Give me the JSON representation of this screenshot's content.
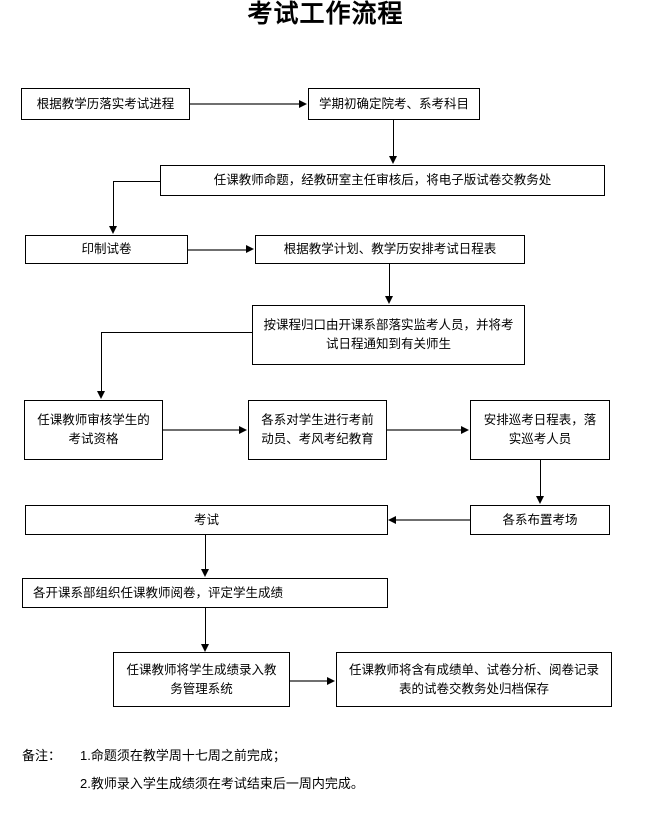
{
  "title": "考试工作流程",
  "nodes": {
    "n1": "根据教学历落实考试进程",
    "n2": "学期初确定院考、系考科目",
    "n3": "任课教师命题，经教研室主任审核后，将电子版试卷交教务处",
    "n4": "印制试卷",
    "n5": "根据教学计划、教学历安排考试日程表",
    "n6": "按课程归口由开课系部落实监考人员，并将考\n试日程通知到有关师生",
    "n7": "任课教师审核学生的\n考试资格",
    "n8": "各系对学生进行考前\n动员、考风考纪教育",
    "n9": "安排巡考日程表，落\n实巡考人员",
    "n10": "各系布置考场",
    "n11": "考试",
    "n12": "各开课系部组织任课教师阅卷，评定学生成绩",
    "n13": "任课教师将学生成绩录入教\n务管理系统",
    "n14": "任课教师将含有成绩单、试卷分析、阅卷记录\n表的试卷交教务处归档保存"
  },
  "notes": {
    "label": "备注：",
    "items": [
      "1.命题须在教学周十七周之前完成；",
      "2.教师录入学生成绩须在考试结束后一周内完成。"
    ]
  },
  "colors": {
    "box_border": "#000000",
    "text": "#000000",
    "background": "#ffffff",
    "flow_arrow_gray": "#6f6f6f",
    "flow_arrow_black": "#000000"
  }
}
